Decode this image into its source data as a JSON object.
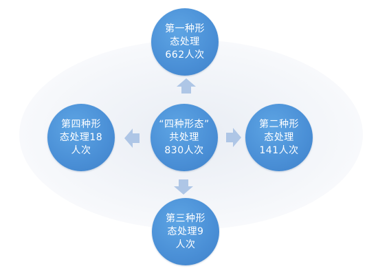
{
  "diagram": {
    "colors": {
      "node_fill": "#4a8fd6",
      "arrow_fill": "#aec6e6",
      "text": "#ffffff"
    },
    "center": {
      "lines": [
        "“四种形态”",
        "共处理",
        "830人次"
      ]
    },
    "top": {
      "lines": [
        "第一种形",
        "态处理",
        "662人次"
      ]
    },
    "right": {
      "lines": [
        "第二种形",
        "态处理",
        "141人次"
      ]
    },
    "bottom": {
      "lines": [
        "第三种形",
        "态处理9",
        "人次"
      ]
    },
    "left": {
      "lines": [
        "第四种形",
        "态处理18",
        "人次"
      ]
    }
  }
}
